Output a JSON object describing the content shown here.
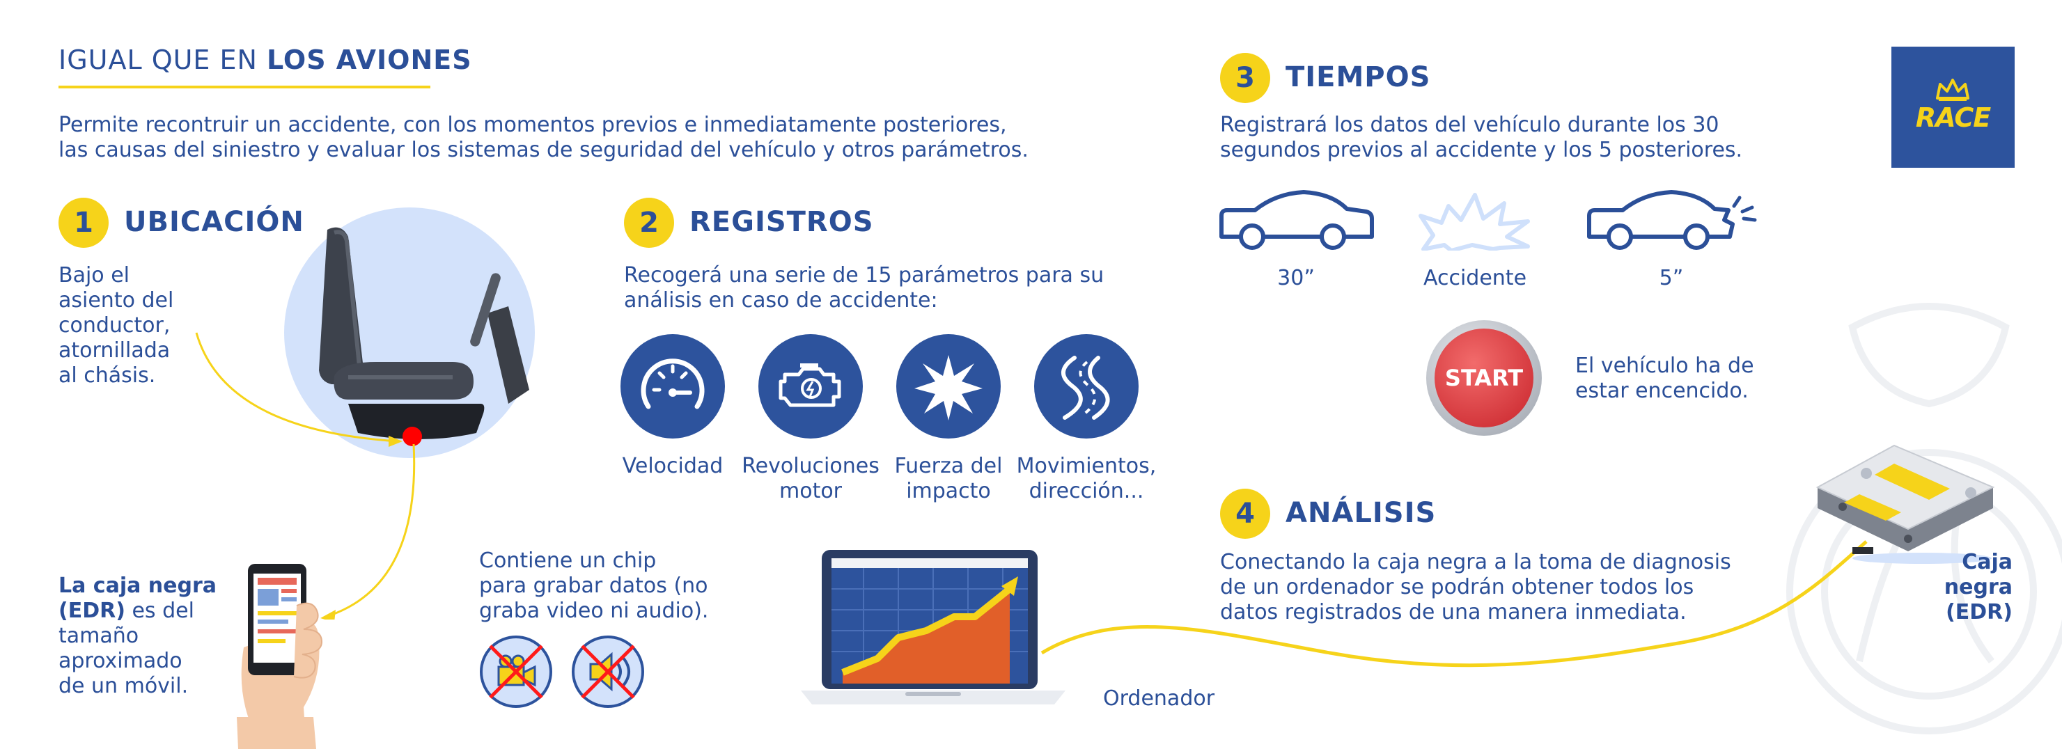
{
  "header": {
    "title_prefix": "IGUAL QUE EN ",
    "title_bold": "LOS AVIONES",
    "intro": "Permite recontruir un accidente, con los  momentos previos e inmediatamente posteriores,\nlas causas del siniestro y evaluar los sistemas de seguridad del vehículo y otros parámetros."
  },
  "logo": {
    "text": "RACE",
    "bg_color": "#2d539d",
    "text_color": "#f6d31a"
  },
  "colors": {
    "brand_blue": "#2b4f98",
    "accent_yellow": "#f6d31a",
    "marker_red": "#ff0000"
  },
  "section1": {
    "number": "1",
    "title": "UBICACIÓN",
    "text": "Bajo el\nasiento del\nconductor,\natornillada\nal chásis."
  },
  "section2": {
    "number": "2",
    "title": "REGISTROS",
    "text": "Recogerá una serie de 15 parámetros para su\nanálisis en caso de accidente:",
    "params": [
      {
        "icon": "speedometer-icon",
        "label": "Velocidad"
      },
      {
        "icon": "engine-icon",
        "label": "Revoluciones\nmotor"
      },
      {
        "icon": "impact-burst-icon",
        "label": "Fuerza del\nimpacto"
      },
      {
        "icon": "winding-road-icon",
        "label": "Movimientos,\ndirección..."
      }
    ]
  },
  "section3": {
    "number": "3",
    "title": "TIEMPOS",
    "text": "Registrará los datos del vehículo durante los 30\nsegundos previos al accidente y los 5 posteriores.",
    "timeline": [
      "30”",
      "Accidente",
      "5”"
    ],
    "start_button": "START",
    "start_note": "El vehículo ha de\nestar encencido."
  },
  "section4": {
    "number": "4",
    "title": "ANÁLISIS",
    "text": "Conectando la caja negra  a la toma de diagnosis\nde un ordenador se podrán obtener todos los\ndatos registrados de una manera inmediata."
  },
  "size_note": {
    "bold": "La caja negra\n(EDR)",
    "rest": " es del\ntamaño\naproximado\nde un móvil."
  },
  "chip_note": {
    "text": "Contiene un chip\npara grabar datos (no\ngraba video ni audio)."
  },
  "computer_label": "Ordenador",
  "edr_label": "Caja\nnegra\n(EDR)"
}
